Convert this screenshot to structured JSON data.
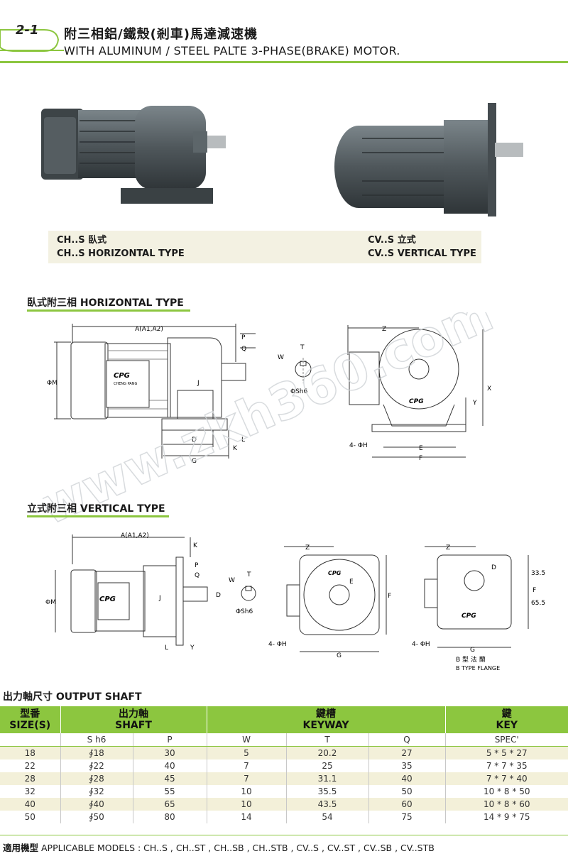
{
  "header": {
    "badge": "2-1",
    "title_cn": "附三相鋁/鐵殼(剎車)馬達減速機",
    "title_en": "WITH ALUMINUM / STEEL PALTE 3-PHASE(BRAKE) MOTOR."
  },
  "captions": {
    "left_line1": "CH..S 臥式",
    "left_line2": "CH..S HORIZONTAL TYPE",
    "right_line1": "CV..S 立式",
    "right_line2": "CV..S VERTICAL TYPE"
  },
  "sections": {
    "horizontal": "臥式附三相 HORIZONTAL TYPE",
    "vertical": "立式附三相 VERTICAL TYPE"
  },
  "watermark": "www.zkh360.com",
  "diagrams": {
    "brand": "CPG",
    "brand_sub": "CHENG PANG",
    "dim_a": "A(A1,A2)",
    "phi_m": "ΦM",
    "p": "P",
    "q": "Q",
    "j": "J",
    "d": "D",
    "g": "G",
    "l": "L",
    "k": "K",
    "w": "W",
    "t": "T",
    "phi_sh6": "ΦSh6",
    "z": "Z",
    "x": "X",
    "y": "Y",
    "e": "E",
    "f": "F",
    "four_phi_h": "4- ΦH",
    "dim_33_5": "33.5",
    "dim_65_5": "65.5",
    "b_flange_cn": "B 型 法 蘭",
    "b_flange_en": "B TYPE FLANGE"
  },
  "output_shaft": {
    "title": "出力軸尺寸  OUTPUT SHAFT",
    "headers": {
      "size_cn": "型番",
      "size_en": "SIZE(S)",
      "shaft_cn": "出力軸",
      "shaft_en": "SHAFT",
      "keyway_cn": "鍵槽",
      "keyway_en": "KEYWAY",
      "key_cn": "鍵",
      "key_en": "KEY"
    },
    "subheaders": [
      "S h6",
      "P",
      "W",
      "T",
      "Q",
      "SPEC'"
    ],
    "rows": [
      [
        "18",
        "∮18",
        "30",
        "5",
        "20.2",
        "27",
        "5 * 5 * 27"
      ],
      [
        "22",
        "∮22",
        "40",
        "7",
        "25",
        "35",
        "7 * 7 * 35"
      ],
      [
        "28",
        "∮28",
        "45",
        "7",
        "31.1",
        "40",
        "7 * 7 * 40"
      ],
      [
        "32",
        "∮32",
        "55",
        "10",
        "35.5",
        "50",
        "10 * 8 * 50"
      ],
      [
        "40",
        "∮40",
        "65",
        "10",
        "43.5",
        "60",
        "10 * 8 * 60"
      ],
      [
        "50",
        "∮50",
        "80",
        "14",
        "54",
        "75",
        "14 * 9 * 75"
      ]
    ],
    "models_label": "適用機型",
    "models_text": "APPLICABLE MODELS : CH..S , CH..ST , CH..SB , CH..STB , CV..S , CV..ST , CV..SB , CV..STB"
  },
  "colors": {
    "accent": "#8cc63f",
    "band": "#f3f0d9",
    "motor": "#5c6468"
  }
}
